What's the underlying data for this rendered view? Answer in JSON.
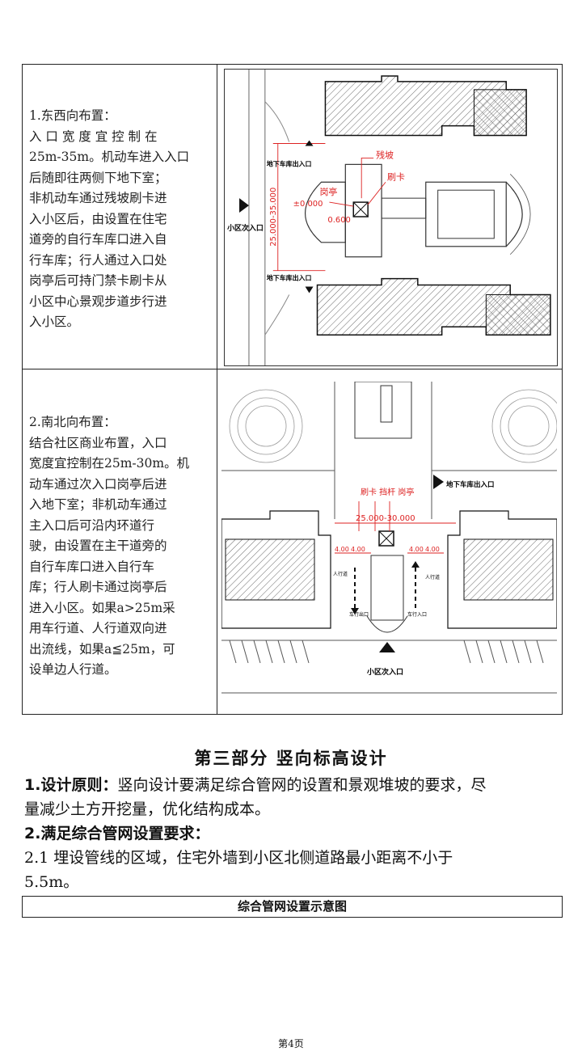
{
  "table": {
    "row1": {
      "lines": [
        "1.东西向布置：",
        "入 口 宽 度 宜 控 制 在",
        "25m-35m。机动车进入入口",
        "后随即往两侧下地下室；",
        "非机动车通过残坡刷卡进",
        "入小区后，由设置在住宅",
        "道旁的自行车库口进入自",
        "行车库；行人通过入口处",
        "岗亭后可持门禁卡刷卡从",
        "小区中心景观步道步行进",
        "入小区。"
      ],
      "plan_labels": {
        "garage_top": "地下车库出入口",
        "garage_bottom": "地下车库出入口",
        "ramp": "残坡",
        "card": "刷卡",
        "booth": "岗亭",
        "elev0": "±0.000",
        "elev1": "0.600",
        "width": "25.000-35.000",
        "entrance": "小区次入口"
      }
    },
    "row2": {
      "lines": [
        "2.南北向布置：",
        "结合社区商业布置，入口",
        "宽度宜控制在25m-30m。机",
        "动车通过次入口岗亭后进",
        "入地下室；非机动车通过",
        "主入口后可沿内环道行",
        "驶，由设置在主干道旁的",
        "自行车库口进入自行车",
        "库；行人刷卡通过岗亭后",
        "进入小区。如果a>25m采",
        "用车行道、人行道双向进",
        "出流线，如果a≦25m，可",
        "设单边人行道。"
      ],
      "plan_labels": {
        "header": "刷卡 挡杆 岗亭",
        "width": "25.000-30.000",
        "garage": "地下车库出入口",
        "dim_a": "4.00",
        "dim_b": "4.00",
        "dim_c": "4.00",
        "dim_d": "4.00",
        "walk_left": "人行道",
        "walk_right": "人行道",
        "exit": "车行出口",
        "entry": "车行入口",
        "entrance": "小区次入口"
      }
    }
  },
  "section": {
    "title": "第三部分  竖向标高设计",
    "p1_label": "1.设计原则：",
    "p1_line1": "竖向设计要满足综合管网的设置和景观堆坡的要求，尽",
    "p1_line2": "量减少土方开挖量，优化结构成本。",
    "p2_label": "2.满足综合管网设置要求：",
    "p3_line1": "2.1 埋设管线的区域，住宅外墙到小区北侧道路最小距离不小于",
    "p3_line2": "5.5m。",
    "caption": "综合管网设置示意图"
  },
  "page": {
    "number": "第4页"
  }
}
